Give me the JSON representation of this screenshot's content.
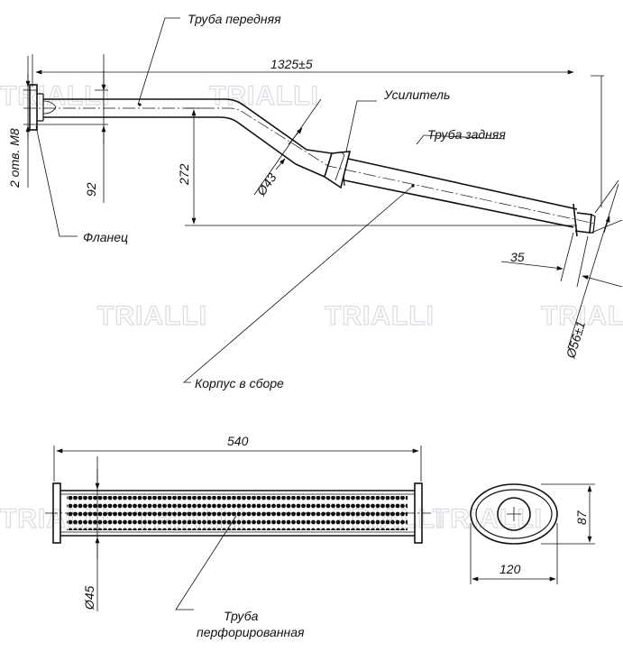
{
  "labels": {
    "front_pipe": "Труба передняя",
    "reinforcement": "Усилитель",
    "rear_pipe": "Труба задняя",
    "flange": "Фланец",
    "body_assembly": "Корпус в сборе",
    "perforated_pipe_line1": "Труба",
    "perforated_pipe_line2": "перфорированная"
  },
  "dimensions": {
    "overall_length": "1325±5",
    "height_92": "92",
    "height_272": "272",
    "diameter_43": "Ø43",
    "holes": "2 отв. М8",
    "length_35": "35",
    "diameter_56": "Ø56±1",
    "length_540": "540",
    "diameter_45": "Ø45",
    "width_120": "120",
    "height_87": "87"
  },
  "watermark": "TRIALLI",
  "colors": {
    "line": "#111111",
    "watermark": "#d8dde3"
  }
}
